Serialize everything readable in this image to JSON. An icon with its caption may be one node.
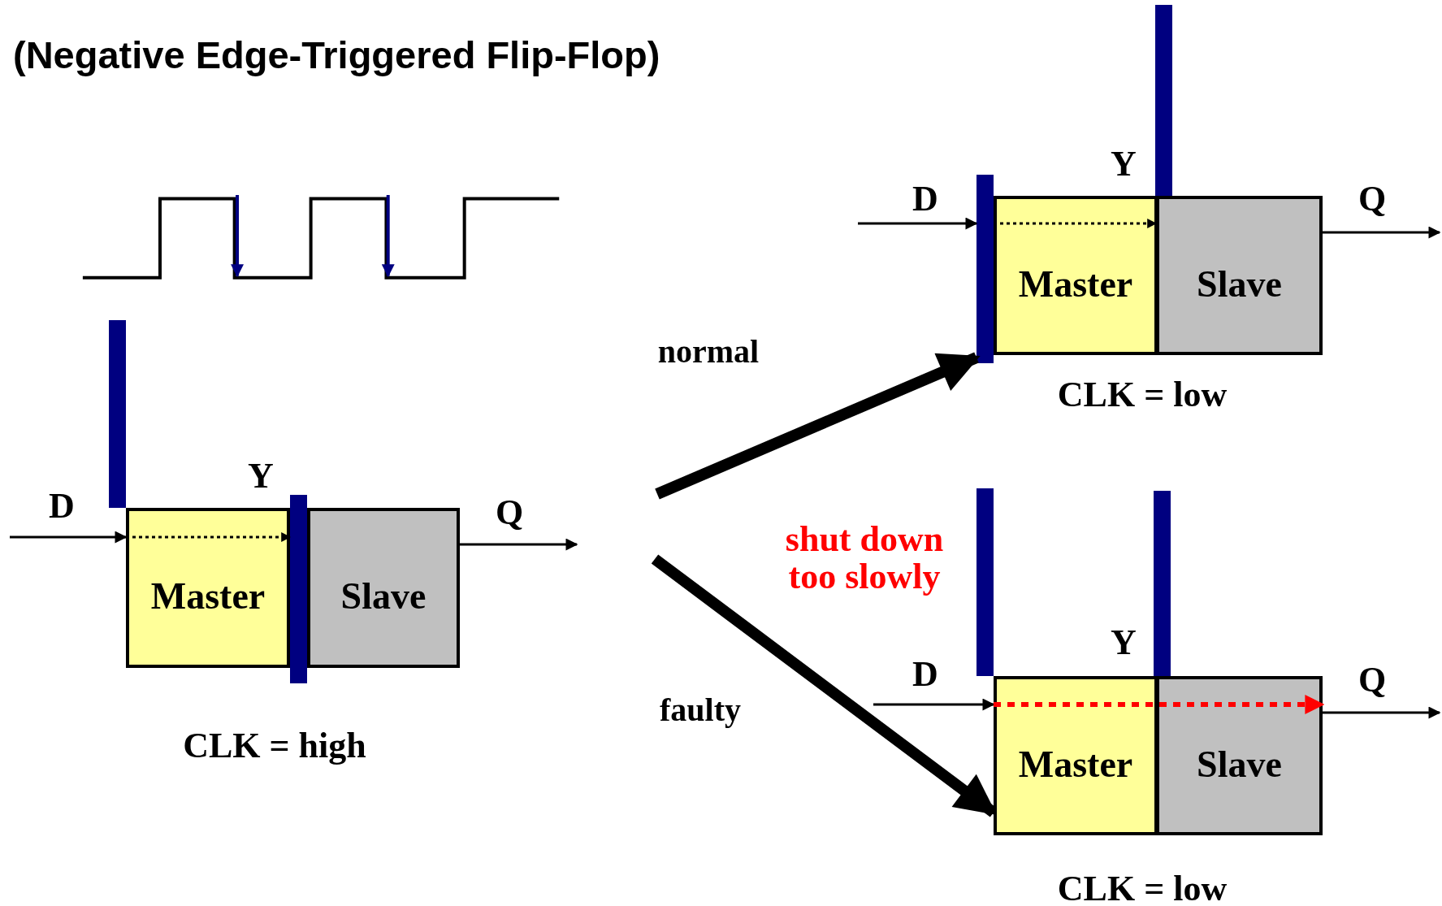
{
  "diagram": {
    "title": "(Negative Edge-Triggered Flip-Flop)",
    "nodes": [
      {
        "text": [
          "Master"
        ]
      },
      {
        "text": [
          "Slave"
        ]
      },
      {
        "text": [
          "Master"
        ]
      },
      {
        "text": [
          "Slave"
        ]
      },
      {
        "text": [
          "Master"
        ]
      },
      {
        "text": [
          "Slave"
        ]
      },
      {
        "text": [],
        "shape": "bar"
      },
      {
        "text": [],
        "shape": "bar"
      },
      {
        "text": [],
        "shape": "bar"
      },
      {
        "text": [],
        "shape": "bar"
      },
      {
        "text": [],
        "shape": "bar"
      },
      {
        "text": [],
        "shape": "bar"
      }
    ],
    "edges": [
      {
        "from": null,
        "to": 0,
        "arrow": "to"
      },
      {
        "from": 1,
        "to": null,
        "arrow": "to"
      },
      {
        "from": null,
        "to": 8,
        "arrow": "to"
      },
      {
        "from": 3,
        "to": null,
        "arrow": "to"
      },
      {
        "from": null,
        "to": 4,
        "arrow": "to"
      },
      {
        "from": 5,
        "to": null,
        "arrow": "to"
      },
      {
        "from": null,
        "to": 8,
        "arrow": "to",
        "label": "normal",
        "style": "thick"
      },
      {
        "from": null,
        "to": 4,
        "arrow": "to",
        "label": "faulty",
        "style": "thick"
      },
      {
        "from": 0,
        "to": 7,
        "arrow": "to",
        "style": "dashed"
      },
      {
        "from": 2,
        "to": 3,
        "arrow": "to",
        "style": "dashed"
      },
      {
        "from": 4,
        "to": 5,
        "arrow": "to",
        "style": "dashed",
        "color": "#ff0000"
      }
    ],
    "labels": [
      "D",
      "Y",
      "Q",
      "CLK = high",
      "D",
      "Y",
      "Q",
      "CLK = low",
      "shut down too slowly",
      "D",
      "Y",
      "Q",
      "CLK = low"
    ]
  }
}
